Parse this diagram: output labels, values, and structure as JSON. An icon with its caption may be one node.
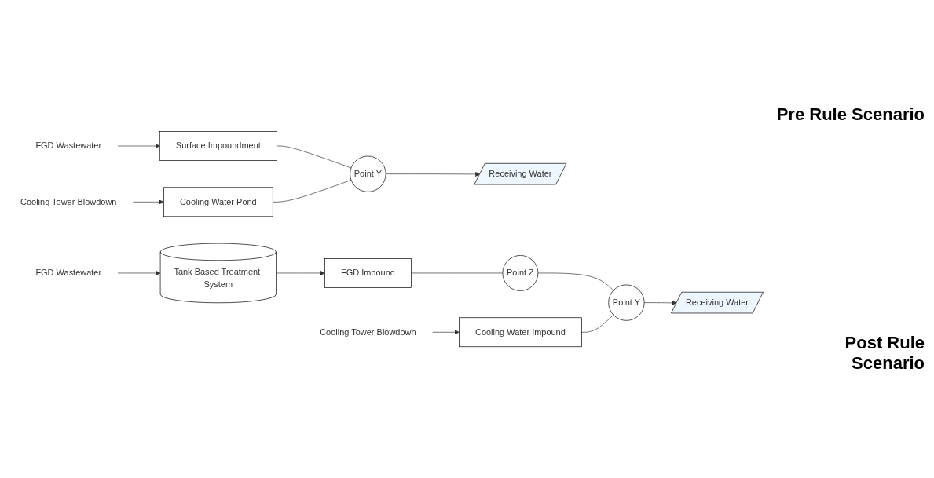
{
  "diagram": {
    "nodes": [
      {
        "text": [
          "FGD Wastewater"
        ]
      },
      {
        "text": [
          "Surface Impoundment"
        ]
      },
      {
        "text": [
          "Cooling Tower Blowdown"
        ]
      },
      {
        "text": [
          "Cooling Water Pond"
        ]
      },
      {
        "text": [
          "Point Y"
        ]
      },
      {
        "text": [
          "Receiving Water"
        ]
      },
      {
        "text": [
          "FGD Wastewater"
        ]
      },
      {
        "text": [
          "Tank Based Treatment System"
        ]
      },
      {
        "text": [
          "FGD Impound"
        ]
      },
      {
        "text": [
          "Point Z"
        ]
      },
      {
        "text": [
          "Cooling Tower Blowdown"
        ]
      },
      {
        "text": [
          "Cooling Water Impound"
        ]
      },
      {
        "text": [
          "Point Y"
        ]
      },
      {
        "text": [
          "Receiving Water"
        ]
      }
    ],
    "edges": [
      {
        "from": 0,
        "to": 1,
        "arrow": "to"
      },
      {
        "from": 2,
        "to": 3,
        "arrow": "to"
      },
      {
        "from": 1,
        "to": 4,
        "arrow": "none"
      },
      {
        "from": 3,
        "to": 4,
        "arrow": "none"
      },
      {
        "from": 4,
        "to": 5,
        "arrow": "to"
      },
      {
        "from": 6,
        "to": 7,
        "arrow": "to"
      },
      {
        "from": 7,
        "to": 8,
        "arrow": "to"
      },
      {
        "from": 8,
        "to": 9,
        "arrow": "none"
      },
      {
        "from": 9,
        "to": 12,
        "arrow": "none"
      },
      {
        "from": 10,
        "to": 11,
        "arrow": "to"
      },
      {
        "from": 11,
        "to": 12,
        "arrow": "none"
      },
      {
        "from": 12,
        "to": 13,
        "arrow": "to"
      }
    ],
    "labels": [
      "Pre Rule Scenario",
      "Post Rule Scenario"
    ]
  }
}
